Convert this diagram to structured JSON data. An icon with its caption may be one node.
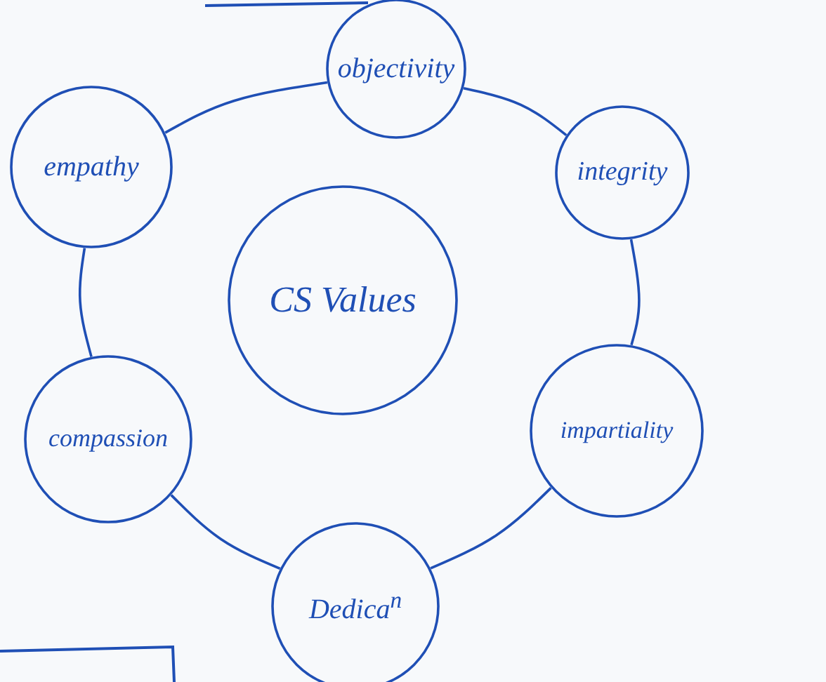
{
  "diagram": {
    "nodes": [
      {
        "text": [
          "objectivity"
        ]
      },
      {
        "text": [
          "integrity"
        ]
      },
      {
        "text": [
          "empathy"
        ]
      },
      {
        "text": [
          "CS Values"
        ]
      },
      {
        "text": [
          "compassion"
        ]
      },
      {
        "text": [
          "impartiality"
        ]
      },
      {
        "text": [
          "Dedica$^{n}$"
        ]
      }
    ],
    "edges": [
      {
        "from": 2,
        "to": 0,
        "arrow": "none"
      },
      {
        "from": 0,
        "to": 1,
        "arrow": "none"
      },
      {
        "from": 1,
        "to": 5,
        "arrow": "none"
      },
      {
        "from": 5,
        "to": 6,
        "arrow": "none"
      },
      {
        "from": 6,
        "to": 4,
        "arrow": "none"
      },
      {
        "from": 4,
        "to": 2,
        "arrow": "none"
      }
    ]
  }
}
